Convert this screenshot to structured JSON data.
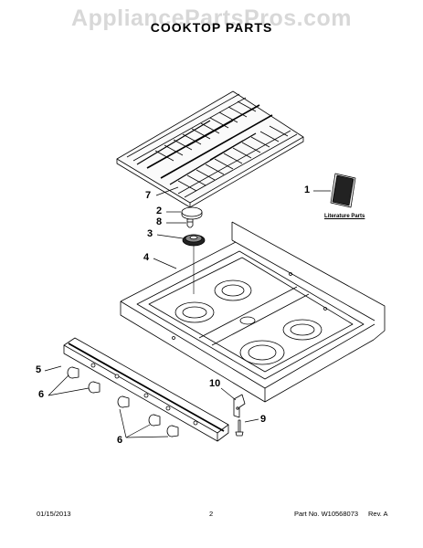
{
  "watermark": "AppliancePartsPros.com",
  "title": "COOKTOP PARTS",
  "literature_label": "Literature Parts",
  "callouts": {
    "c1": "1",
    "c2": "2",
    "c3": "3",
    "c4": "4",
    "c5": "5",
    "c6a": "6",
    "c6b": "6",
    "c7": "7",
    "c8": "8",
    "c9": "9",
    "c10": "10"
  },
  "footer": {
    "date": "01/15/2013",
    "page": "2",
    "part_number": "Part No. W10568073",
    "revision": "Rev. A"
  }
}
